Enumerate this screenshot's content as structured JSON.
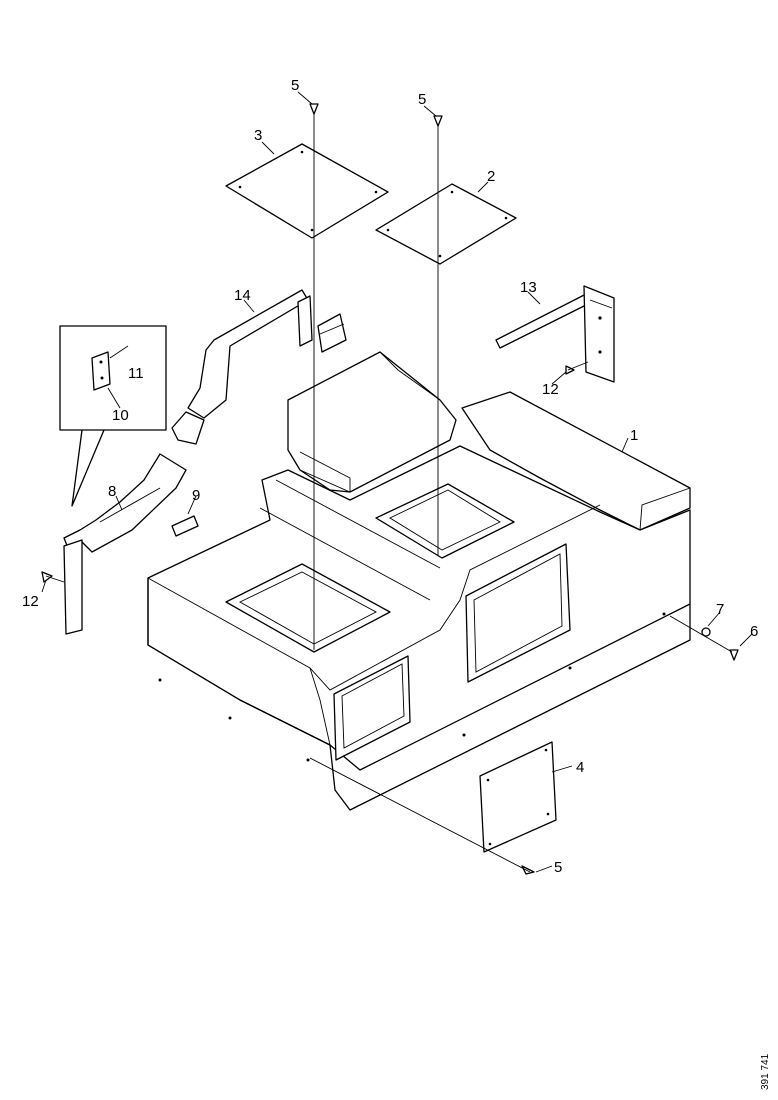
{
  "callouts": {
    "c1": "1",
    "c2": "2",
    "c3": "3",
    "c4": "4",
    "c5_top_left": "5",
    "c5_top_right": "5",
    "c5_bottom": "5",
    "c6": "6",
    "c7": "7",
    "c8": "8",
    "c9": "9",
    "c10": "10",
    "c11": "11",
    "c12_left": "12",
    "c12_right": "12",
    "c13": "13",
    "c14": "14"
  },
  "document_number": "391 741"
}
